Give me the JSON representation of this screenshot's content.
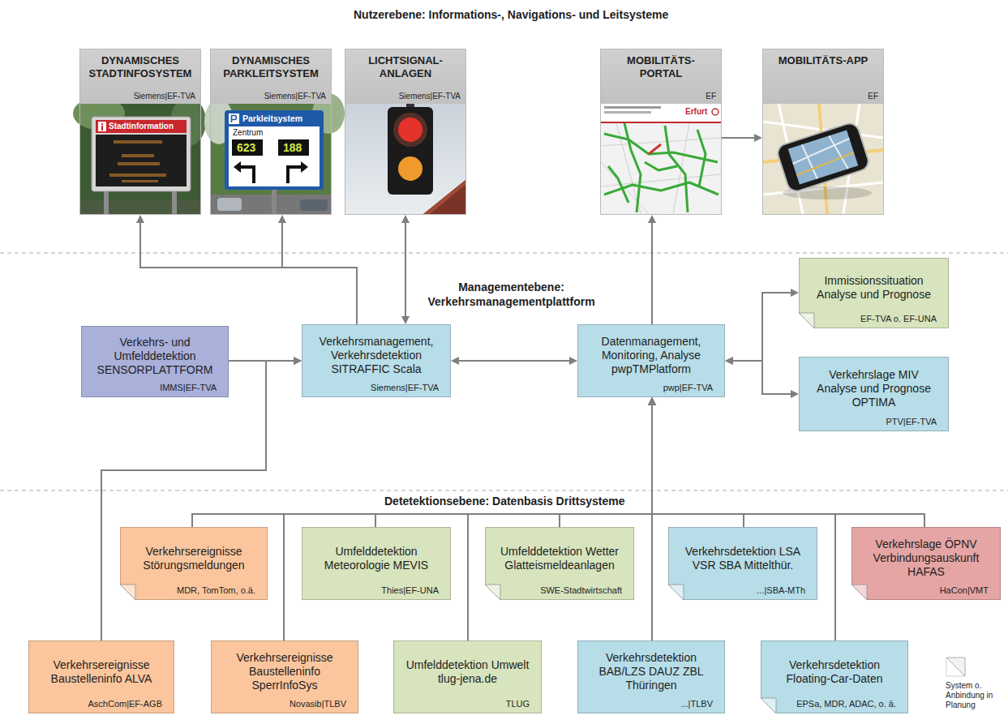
{
  "diagram": {
    "nodes": [
      {
        "text": [
          "DYNAMISCHES STADTINFOSYSTEM",
          "Siemens|EF-TVA"
        ]
      },
      {
        "text": [
          "DYNAMISCHES PARKLEITSYSTEM",
          "Siemens|EF-TVA"
        ]
      },
      {
        "text": [
          "LICHTSIGNAL-ANLAGEN",
          "Siemens|EF-TVA"
        ]
      },
      {
        "text": [
          "MOBILITÄTS-PORTAL",
          "EF"
        ]
      },
      {
        "text": [
          "MOBILITÄTS-APP",
          "EF"
        ]
      },
      {
        "text": [
          "Verkehrs- und Umfelddetektion SENSORPLATTFORM",
          "IMMS|EF-TVA"
        ]
      },
      {
        "text": [
          "Verkehrsmanagement, Verkehrsdetektion SITRAFFIC Scala",
          "Siemens|EF-TVA"
        ]
      },
      {
        "text": [
          "Datenmanagement, Monitoring, Analyse pwpTMPlatform",
          "pwp|EF-TVA"
        ]
      },
      {
        "text": [
          "Immissionssituation Analyse und Prognose",
          "EF-TVA o. EF-UNA"
        ]
      },
      {
        "text": [
          "Verkehrslage MIV Analyse und Prognose OPTIMA",
          "PTV|EF-TVA"
        ]
      },
      {
        "text": [
          "Verkehrsereignisse Störungsmeldungen",
          "MDR, TomTom, o.ä."
        ]
      },
      {
        "text": [
          "Umfelddetektion Meteorologie MEVIS",
          "Thies|EF-UNA"
        ]
      },
      {
        "text": [
          "Umfelddetektion Wetter Glatteismeldeanlagen",
          "SWE-Stadtwirtschaft"
        ]
      },
      {
        "text": [
          "Verkehrsdetektion LSA VSR SBA Mittelthür.",
          "...|SBA-MTh"
        ]
      },
      {
        "text": [
          "Verkehrslage ÖPNV Verbindungsauskunft HAFAS",
          "HaCon|VMT"
        ]
      },
      {
        "text": [
          "Verkehrsereignisse Baustelleninfo ALVA",
          "AschCom|EF-AGB"
        ]
      },
      {
        "text": [
          "Verkehrsereignisse Baustelleninfo SperrInfoSys",
          "Novasib|TLBV"
        ]
      },
      {
        "text": [
          "Umfelddetektion Umwelt tlug-jena.de",
          "TLUG"
        ]
      },
      {
        "text": [
          "Verkehrsdetektion BAB/LZS DAUZ ZBL Thüringen",
          "...|TLBV"
        ]
      },
      {
        "text": [
          "Verkehrsdetektion Floating-Car-Daten",
          "EPSa, MDR, ADAC, o. ä."
        ]
      }
    ],
    "edges": [
      {
        "from": 6,
        "to": 0,
        "arrow": "to"
      },
      {
        "from": 6,
        "to": 1,
        "arrow": "to"
      },
      {
        "from": 6,
        "to": 2,
        "arrow": "both"
      },
      {
        "from": 7,
        "to": 3,
        "arrow": "to"
      },
      {
        "from": 3,
        "to": 4,
        "arrow": "to"
      },
      {
        "from": 5,
        "to": 6,
        "arrow": "to"
      },
      {
        "from": 6,
        "to": 7,
        "arrow": "both"
      },
      {
        "from": 7,
        "to": 8,
        "arrow": "both"
      },
      {
        "from": 7,
        "to": 9,
        "arrow": "both"
      },
      {
        "from": 10,
        "to": 7,
        "arrow": "to"
      },
      {
        "from": 11,
        "to": 7,
        "arrow": "to"
      },
      {
        "from": 12,
        "to": 7,
        "arrow": "to"
      },
      {
        "from": 13,
        "to": 7,
        "arrow": "to"
      },
      {
        "from": 14,
        "to": 7,
        "arrow": "to"
      },
      {
        "from": 15,
        "to": 6,
        "arrow": "to"
      },
      {
        "from": 16,
        "to": 7,
        "arrow": "to"
      },
      {
        "from": 17,
        "to": 7,
        "arrow": "to"
      },
      {
        "from": 18,
        "to": 7,
        "arrow": "to"
      },
      {
        "from": 19,
        "to": 7,
        "arrow": "to"
      }
    ],
    "labels": [
      "Nutzerebene: Informations-, Navigations- und Leitsysteme",
      "Managementebene: Verkehrsmanagementplattform",
      "Detetektionsebene: Datenbasis Drittsysteme",
      "Stadtinformation",
      "Parkleitsystem",
      "Zentrum",
      "623",
      "188",
      "Erfurt"
    ],
    "legend": [
      {
        "text": "System o. Anbindung in Planung"
      }
    ]
  }
}
